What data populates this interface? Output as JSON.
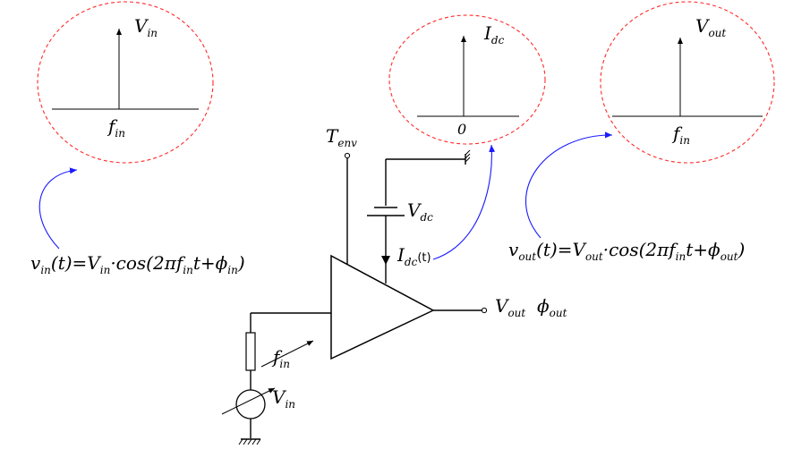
{
  "colors": {
    "bubble": "#ff2a2a",
    "arrow": "#1a1aff",
    "ink": "#000000"
  },
  "spectra": {
    "input": {
      "amp_sym": "V",
      "amp_sub": "in",
      "freq_sym": "f",
      "freq_sub": "in"
    },
    "dc": {
      "amp_sym": "I",
      "amp_sub": "dc",
      "freq_label": "0"
    },
    "output": {
      "amp_sym": "V",
      "amp_sub": "out",
      "freq_sym": "f",
      "freq_sub": "in"
    }
  },
  "circuit": {
    "env": {
      "sym": "T",
      "sub": "env"
    },
    "vdc": {
      "sym": "V",
      "sub": "dc"
    },
    "idc": {
      "sym": "I",
      "sub": "dc",
      "suffix": "(t)"
    },
    "vout": {
      "sym": "V",
      "sub": "out"
    },
    "phase": {
      "sym": "ϕ",
      "sub": "out"
    },
    "source_freq": {
      "sym": "f",
      "sub": "in"
    },
    "source_amp": {
      "sym": "V",
      "sub": "in"
    }
  },
  "equations": {
    "input": {
      "p1": "v",
      "s1": "in",
      "p2": "(t)=V",
      "s2": "in",
      "p3": "·cos(2",
      "pi": "π",
      "p4": "f",
      "s4": "in",
      "p5": "t+",
      "phi": "ϕ",
      "s6": "in",
      "p7": ")"
    },
    "output": {
      "p1": "v",
      "s1": "out",
      "p2": "(t)=V",
      "s2": "out",
      "p3": "·cos(2",
      "pi": "π",
      "p4": "f",
      "s4": "in",
      "p5": "t+",
      "phi": "ϕ",
      "s6": "out",
      "p7": ")"
    }
  }
}
